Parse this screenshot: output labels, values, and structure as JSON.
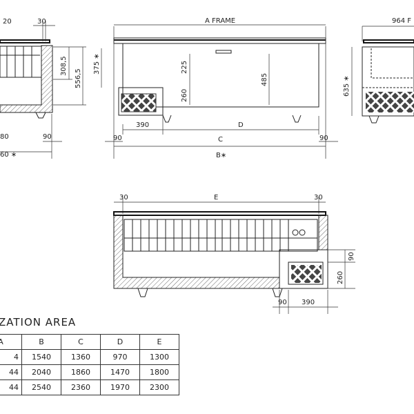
{
  "dimensions": {
    "side": {
      "top_left": "20",
      "top_right": "30",
      "inner_height": "308,5",
      "outer_height": "556,5",
      "bottom_left": "80",
      "bottom_right": "90",
      "total": "60 ∗"
    },
    "front": {
      "frame": "A  FRAME",
      "height": "375 ∗",
      "lid_gap": "225",
      "inner": "485",
      "motor_height": "260",
      "total_height": "635 ∗",
      "motor_width": "390",
      "d": "D",
      "c": "C",
      "b": "B∗",
      "left_90": "90",
      "right_90": "90"
    },
    "right_side": {
      "width": "964  F"
    },
    "top": {
      "left_30": "30",
      "e": "E",
      "right_30": "30",
      "h260": "260",
      "h90": "90",
      "w90": "90",
      "w390": "390"
    }
  },
  "table": {
    "title": "ZATION  AREA",
    "headers": [
      "A",
      "B",
      "C",
      "D",
      "E"
    ],
    "rows": [
      [
        "4",
        "1540",
        "1360",
        "970",
        "1300"
      ],
      [
        "44",
        "2040",
        "1860",
        "1470",
        "1800"
      ],
      [
        "44",
        "2540",
        "2360",
        "1970",
        "2300"
      ]
    ]
  }
}
